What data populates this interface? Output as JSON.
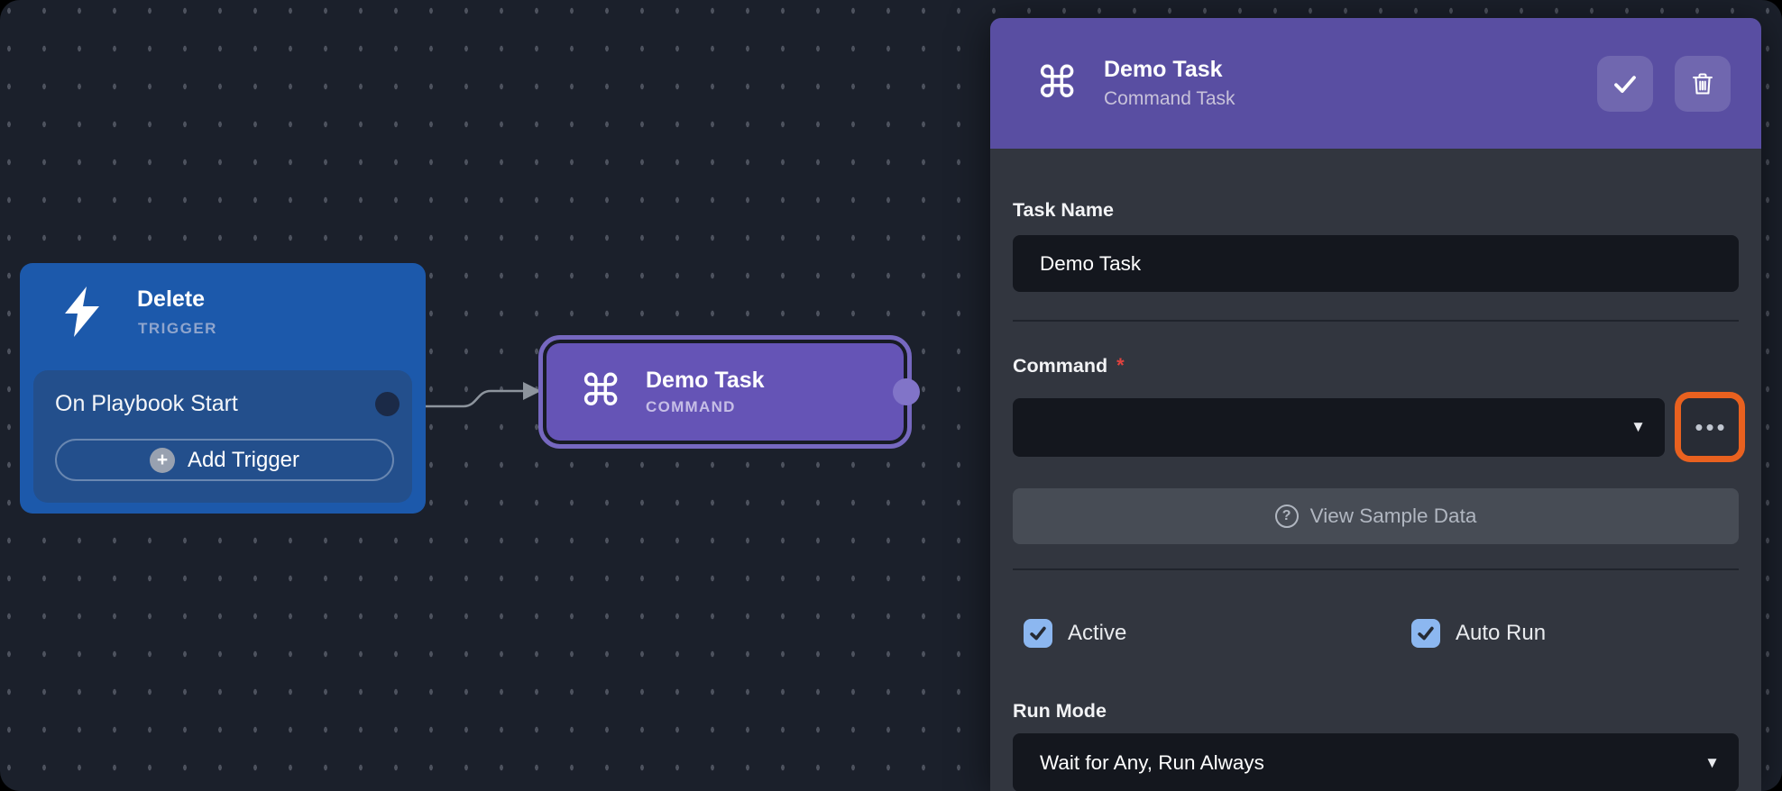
{
  "canvas": {
    "trigger_node": {
      "title": "Delete",
      "type_label": "TRIGGER",
      "trigger_item": "On Playbook Start",
      "add_trigger_label": "Add Trigger"
    },
    "command_node": {
      "title": "Demo Task",
      "type_label": "COMMAND"
    }
  },
  "panel": {
    "header": {
      "title": "Demo Task",
      "subtitle": "Command Task"
    },
    "fields": {
      "task_name": {
        "label": "Task Name",
        "value": "Demo Task"
      },
      "command": {
        "label": "Command",
        "required_marker": "*",
        "selected_value": "",
        "menu_glyph": "•••"
      },
      "run_mode": {
        "label": "Run Mode",
        "selected_value": "Wait for Any, Run Always"
      }
    },
    "buttons": {
      "view_sample_data": "View Sample Data"
    },
    "checkboxes": [
      {
        "label": "Active",
        "checked": true
      },
      {
        "label": "Auto Run",
        "checked": true
      }
    ]
  },
  "glyphs": {
    "command_icon": "⌘",
    "caret_down": "▼",
    "question_mark": "?",
    "plus": "+"
  },
  "colors": {
    "highlight_ring": "#E9611F",
    "panel_header_purple": "#594EA2",
    "command_node_purple": "#6554B6",
    "trigger_node_blue": "#1C59AB",
    "checkbox_blue": "#8CB7F0",
    "required_red": "#E0433F"
  }
}
